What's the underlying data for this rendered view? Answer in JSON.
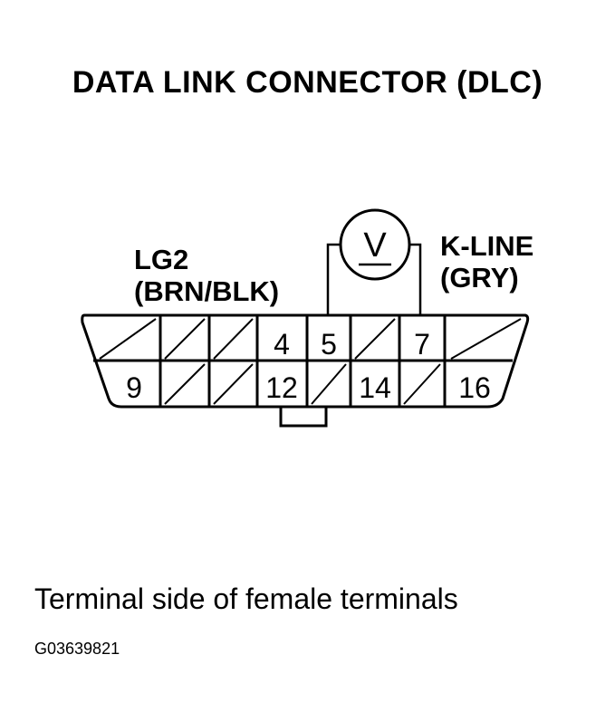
{
  "title": "DATA LINK CONNECTOR (DLC)",
  "left_label": {
    "line1": "LG2",
    "line2": "(BRN/BLK)"
  },
  "right_label": {
    "line1": "K-LINE",
    "line2": "(GRY)"
  },
  "meter_symbol": "V",
  "pins": {
    "top": [
      "",
      "",
      "",
      "4",
      "5",
      "",
      "7",
      ""
    ],
    "bottom": [
      "9",
      "",
      "",
      "12",
      "",
      "14",
      "",
      "16"
    ]
  },
  "caption": "Terminal side of female terminals",
  "figure_id": "G03639821"
}
